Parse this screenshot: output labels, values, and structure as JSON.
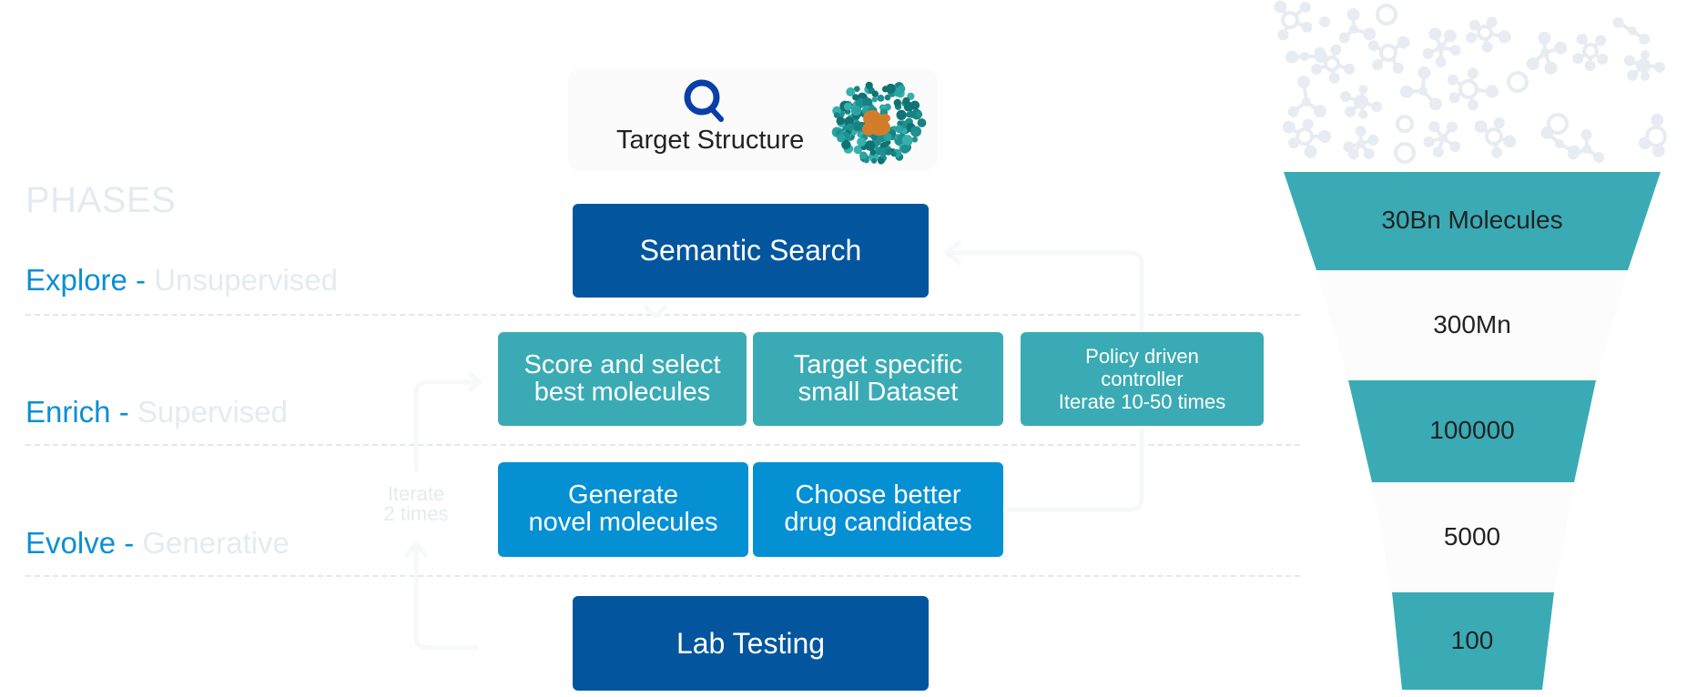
{
  "phases": {
    "title": "PHASES",
    "items": [
      {
        "name": "Explore",
        "separator": " - ",
        "type": "Unsupervised"
      },
      {
        "name": "Enrich",
        "separator": " - ",
        "type": "Supervised"
      },
      {
        "name": "Evolve",
        "separator": " - ",
        "type": "Generative"
      }
    ]
  },
  "target": {
    "label": "Target Structure",
    "search_icon": "search-icon",
    "protein_image": "protein-structure-icon"
  },
  "flow": {
    "semantic_search": "Semantic Search",
    "score_select": "Score and select\nbest molecules",
    "target_dataset": "Target specific\nsmall Dataset",
    "policy_controller": "Policy driven\ncontroller\nIterate 10-50 times",
    "generate": "Generate\nnovel molecules",
    "choose": "Choose better\ndrug candidates",
    "lab_testing": "Lab Testing",
    "iterate_label": "Iterate\n2 times"
  },
  "funnel": {
    "stages": [
      {
        "label": "30Bn Molecules",
        "style": "teal"
      },
      {
        "label": "300Mn",
        "style": "light"
      },
      {
        "label": "100000",
        "style": "teal"
      },
      {
        "label": "5000",
        "style": "light"
      },
      {
        "label": "100",
        "style": "teal"
      }
    ]
  },
  "colors": {
    "dark_blue": "#03569e",
    "teal": "#3aabb5",
    "bright_blue": "#0590d4",
    "phase_accent": "#0a8fd6",
    "faint": "#e3ebf2"
  }
}
